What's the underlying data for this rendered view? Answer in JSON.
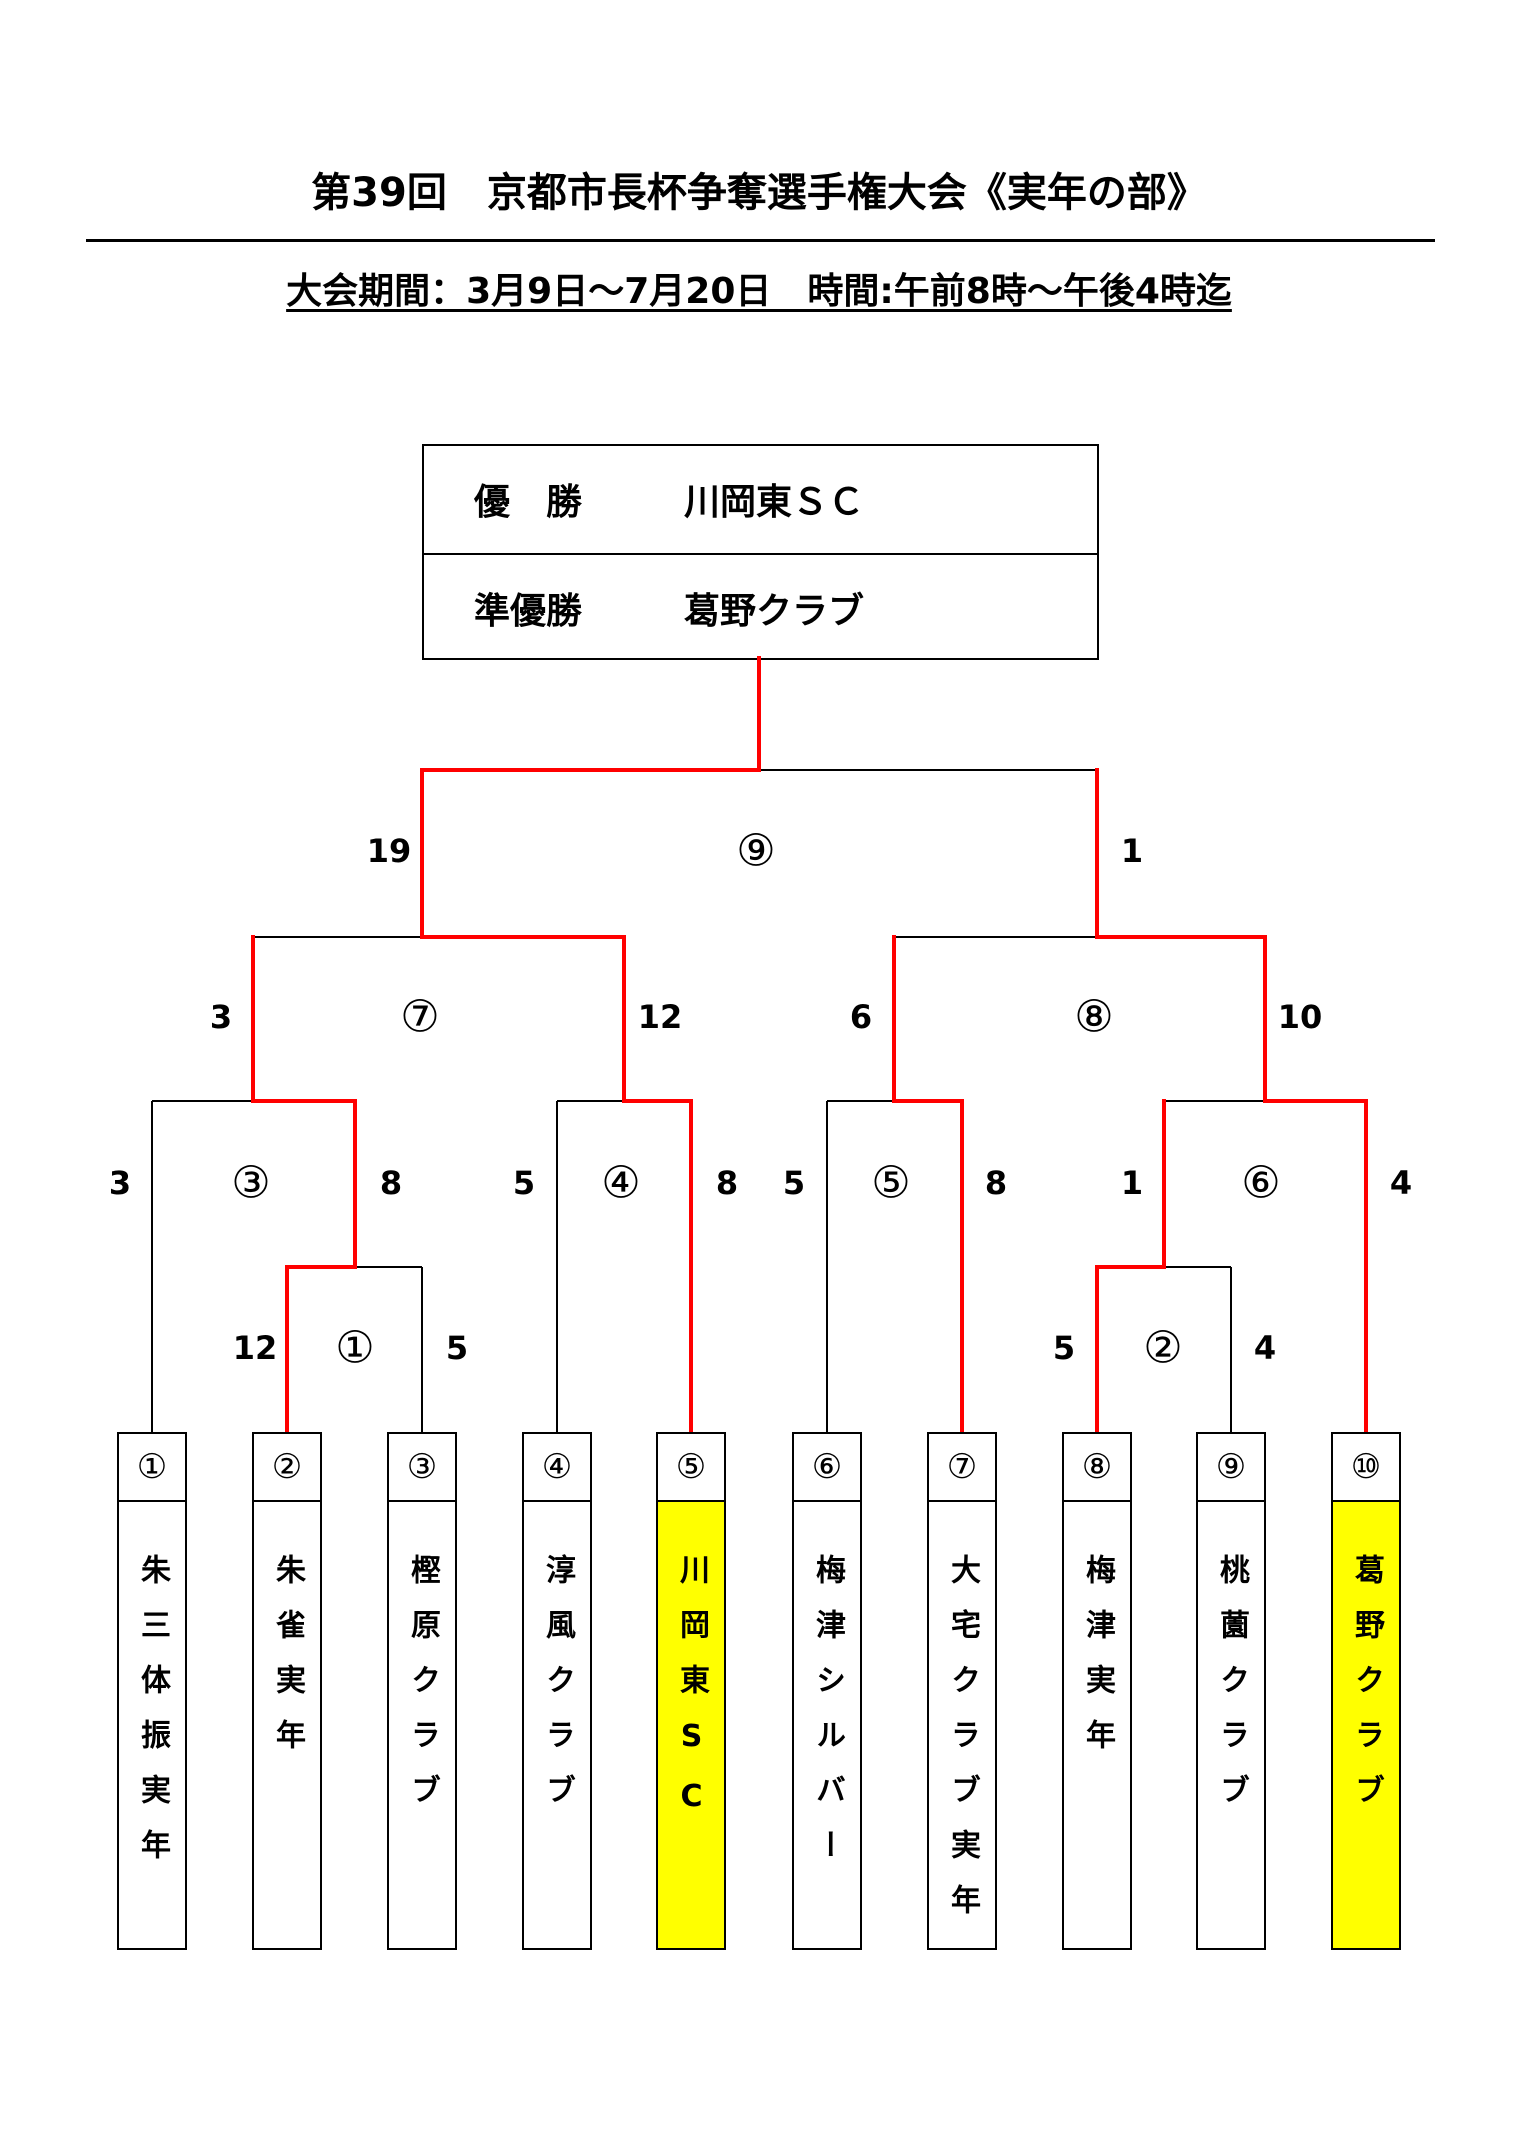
{
  "header": {
    "title": "第39回　京都市長杯争奪選手権大会《実年の部》",
    "subtitle": "大会期間：3月9日～7月20日　時間:午前8時～午後4時迄"
  },
  "results": {
    "champion_label": "優　勝",
    "champion": "川岡東ＳＣ",
    "runner_up_label": "準優勝",
    "runner_up": "葛野クラブ"
  },
  "colors": {
    "winner_path": "#ff0000",
    "finalist_highlight": "#ffff00"
  },
  "matches": [
    {
      "no": "①",
      "left_score": "12",
      "right_score": "5"
    },
    {
      "no": "②",
      "left_score": "5",
      "right_score": "4"
    },
    {
      "no": "③",
      "left_score": "3",
      "right_score": "8"
    },
    {
      "no": "④",
      "left_score": "5",
      "right_score": "8"
    },
    {
      "no": "⑤",
      "left_score": "5",
      "right_score": "8"
    },
    {
      "no": "⑥",
      "left_score": "1",
      "right_score": "4"
    },
    {
      "no": "⑦",
      "left_score": "3",
      "right_score": "12"
    },
    {
      "no": "⑧",
      "left_score": "6",
      "right_score": "10"
    },
    {
      "no": "⑨",
      "left_score": "19",
      "right_score": "1"
    }
  ],
  "teams": [
    {
      "no": "①",
      "name": "朱三体振実年"
    },
    {
      "no": "②",
      "name": "朱雀実年"
    },
    {
      "no": "③",
      "name": "樫原クラブ"
    },
    {
      "no": "④",
      "name": "淳風クラブ"
    },
    {
      "no": "⑤",
      "name": "川岡東SC",
      "highlight": true
    },
    {
      "no": "⑥",
      "name": "梅津シルバー"
    },
    {
      "no": "⑦",
      "name": "大宅クラブ実年"
    },
    {
      "no": "⑧",
      "name": "梅津実年"
    },
    {
      "no": "⑨",
      "name": "桃薗クラブ"
    },
    {
      "no": "⑩",
      "name": "葛野クラブ",
      "highlight": true
    }
  ]
}
